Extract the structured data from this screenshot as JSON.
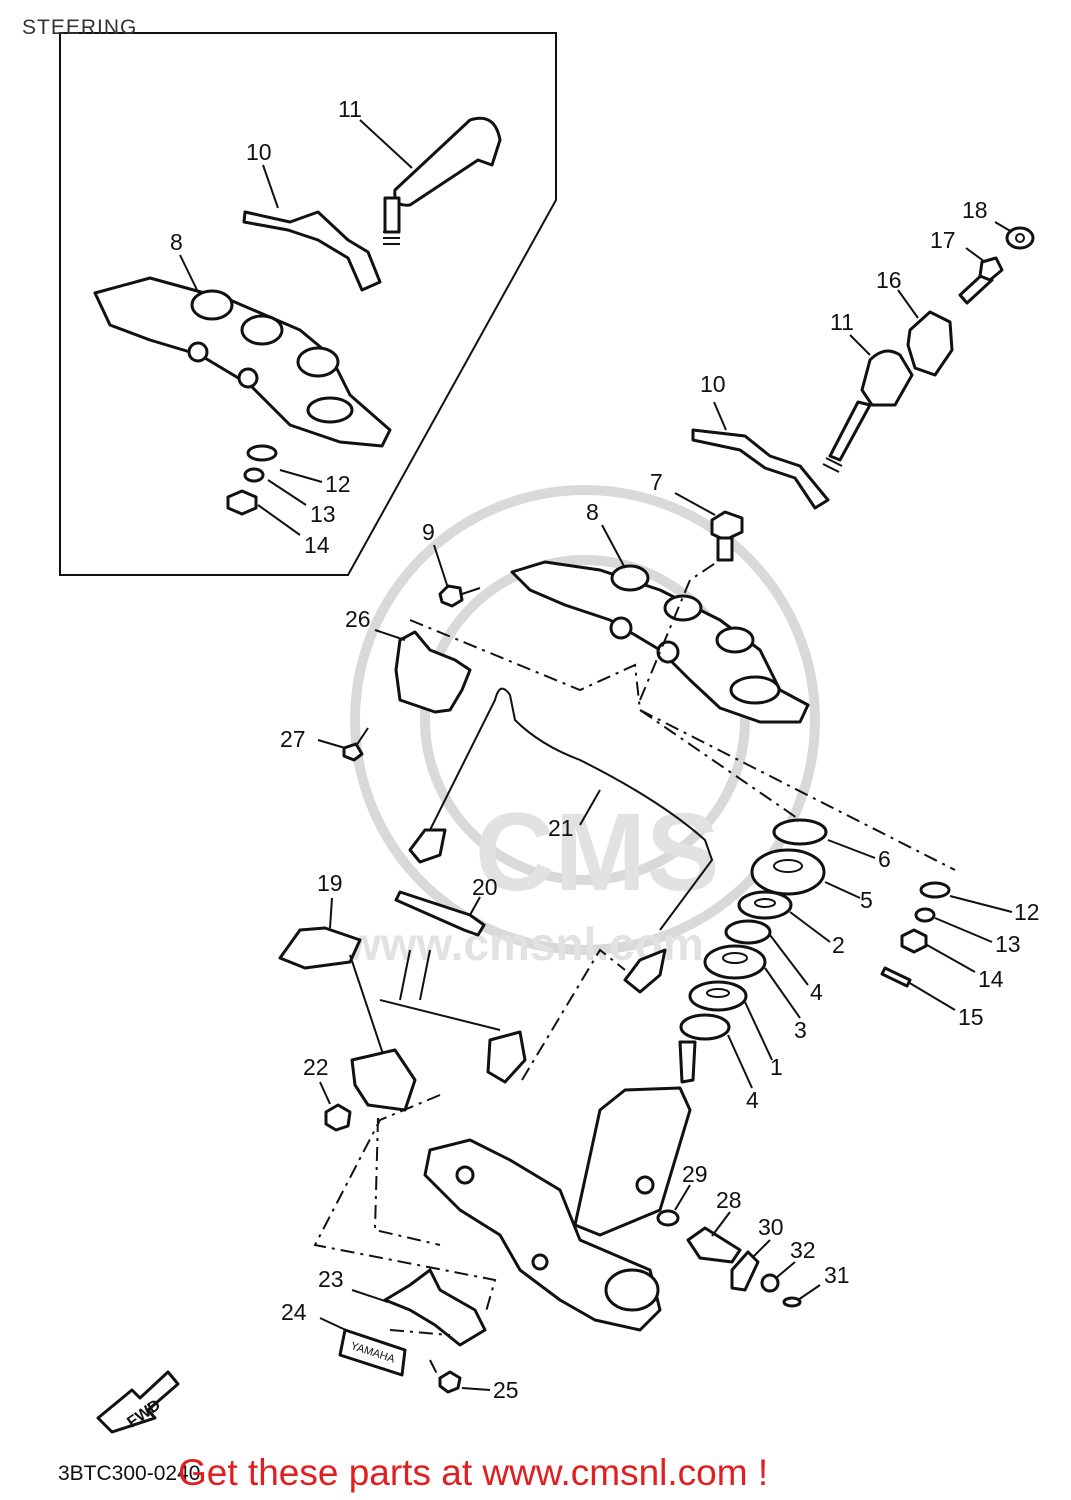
{
  "header": {
    "title": "STEERING"
  },
  "watermark": {
    "brand": "CMS",
    "url": "www.cmsnl.com"
  },
  "fwd_arrow": {
    "label": "FWD"
  },
  "footer": {
    "diagram_code": "3BTC300-0240",
    "link_text": "Get these parts at www.cmsnl.com !",
    "link_color": "#e02020"
  },
  "callouts": {
    "inset_11": "11",
    "inset_10": "10",
    "inset_8": "8",
    "inset_12": "12",
    "inset_13": "13",
    "inset_14": "14",
    "p18": "18",
    "p17": "17",
    "p16": "16",
    "p11": "11",
    "p10": "10",
    "p7": "7",
    "p8": "8",
    "p9": "9",
    "p26": "26",
    "p27": "27",
    "p21": "21",
    "p6": "6",
    "p5": "5",
    "p2": "2",
    "p4a": "4",
    "p3": "3",
    "p1": "1",
    "p4b": "4",
    "p12": "12",
    "p13": "13",
    "p14": "14",
    "p15": "15",
    "p19": "19",
    "p20": "20",
    "p22": "22",
    "p29": "29",
    "p28": "28",
    "p30": "30",
    "p32": "32",
    "p31": "31",
    "p23": "23",
    "p24": "24",
    "p25": "25"
  }
}
